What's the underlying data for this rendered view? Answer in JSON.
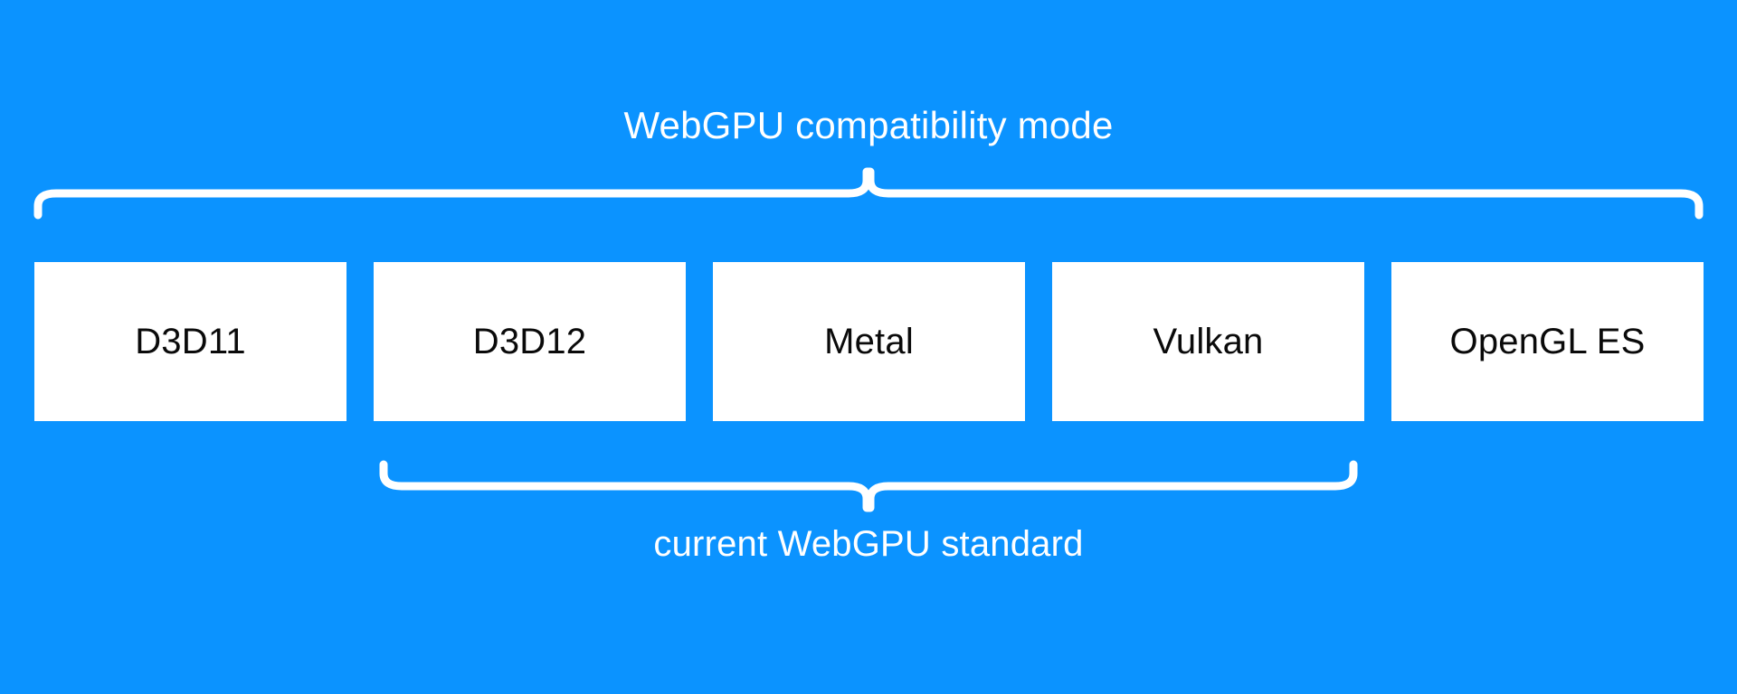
{
  "diagram": {
    "background_color": "#0b93ff",
    "box_fill_color": "#ffffff",
    "box_text_color": "#0a0a0a",
    "label_color": "#ffffff",
    "top_label": "WebGPU compatibility mode",
    "bottom_label": "current WebGPU standard",
    "boxes": [
      {
        "label": "D3D11"
      },
      {
        "label": "D3D12"
      },
      {
        "label": "Metal"
      },
      {
        "label": "Vulkan"
      },
      {
        "label": "OpenGL ES"
      }
    ],
    "braces": [
      {
        "name": "top-brace",
        "label": "WebGPU compatibility mode",
        "orientation": "down",
        "covers": [
          "D3D11",
          "D3D12",
          "Metal",
          "Vulkan",
          "OpenGL ES"
        ]
      },
      {
        "name": "bottom-brace",
        "label": "current WebGPU standard",
        "orientation": "up",
        "covers": [
          "D3D12",
          "Metal",
          "Vulkan"
        ]
      }
    ]
  }
}
